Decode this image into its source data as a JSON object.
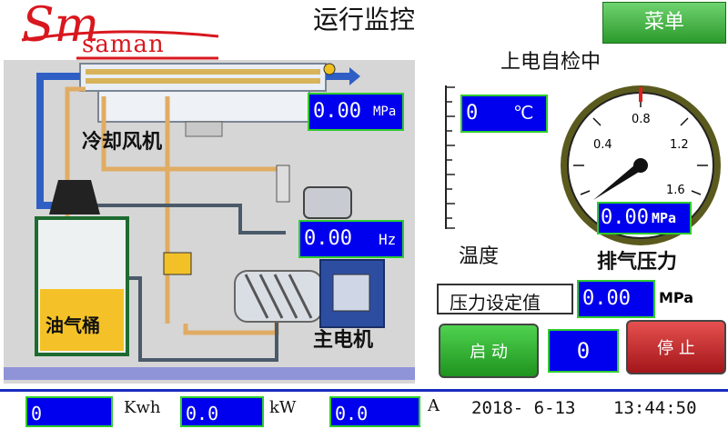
{
  "brand": {
    "logo_text": "Sm",
    "logo_word": "saman"
  },
  "header": {
    "title": "运行监控",
    "menu_label": "菜单"
  },
  "diagram": {
    "cooler_label": "冷却风机",
    "tank_label": "油气桶",
    "motor_label": "主电机",
    "pressure_value": "0.00",
    "pressure_unit": "MPa",
    "freq_value": "0.00",
    "freq_unit": "Hz"
  },
  "status": {
    "self_check": "上电自检中"
  },
  "temperature": {
    "value": "0",
    "unit": "℃",
    "label": "温度",
    "level": 0
  },
  "gauge": {
    "ticks": [
      "0.4",
      "0.8",
      "1.2",
      "1.6"
    ],
    "value": "0.00",
    "unit": "MPa",
    "label": "排气压力",
    "reading": 0
  },
  "setpoint": {
    "label": "压力设定值",
    "value": "0.00",
    "unit": "MPa"
  },
  "controls": {
    "start_label": "启 动",
    "stop_label": "停 止",
    "count": "0"
  },
  "footer": {
    "energy_value": "0",
    "energy_unit": "Kwh",
    "power_value": "0.0",
    "power_unit": "kW",
    "current_value": "0.0",
    "current_unit": "A",
    "date": "2018- 6-13",
    "time": "13:44:50"
  },
  "colors": {
    "accent_blue": "#0000ee",
    "border_green": "#2ecc2e",
    "brand_red": "#d8171e",
    "start_green": "#22aa22",
    "stop_red": "#c4201f"
  }
}
